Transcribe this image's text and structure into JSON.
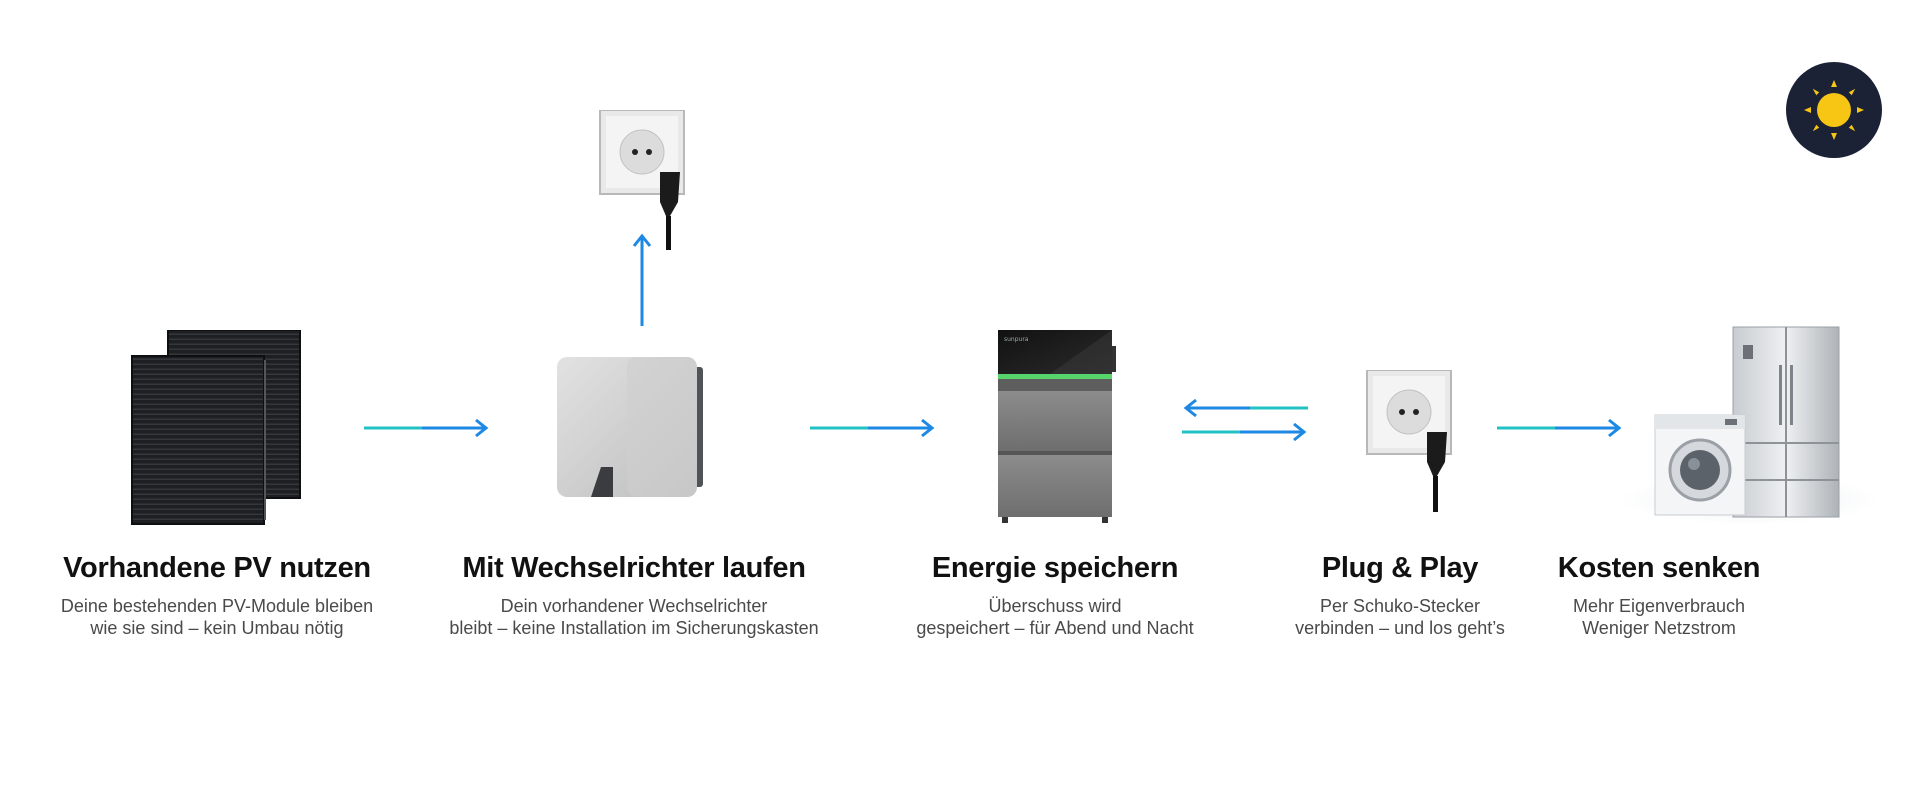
{
  "colors": {
    "arrow_blue": "#1e88e5",
    "arrow_teal": "#22c1c3",
    "sun_bg": "#1b2236",
    "sun": "#f7c514"
  },
  "steps": [
    {
      "title": "Vorhandene PV nutzen",
      "desc": [
        "Deine bestehenden PV-Module bleiben",
        "wie sie sind – kein Umbau nötig"
      ],
      "icon": "solar-panels"
    },
    {
      "title": "Mit Wechselrichter laufen",
      "desc": [
        "Dein vorhandener Wechselrichter",
        "bleibt – keine Installation im Sicherungskasten"
      ],
      "icon": "inverter"
    },
    {
      "title": "Energie speichern",
      "desc": [
        "Überschuss wird",
        "gespeichert – für Abend und Nacht"
      ],
      "icon": "battery-storage"
    },
    {
      "title": "Plug & Play",
      "desc": [
        "Per Schuko-Stecker",
        "verbinden – und los geht’s"
      ],
      "icon": "schuko-socket-plug"
    },
    {
      "title": "Kosten senken",
      "desc": [
        "Mehr Eigenverbrauch",
        "Weniger Netzstrom"
      ],
      "icon": "household-appliances"
    }
  ],
  "battery_brand": "sunpura",
  "badge_icon": "sun-icon"
}
